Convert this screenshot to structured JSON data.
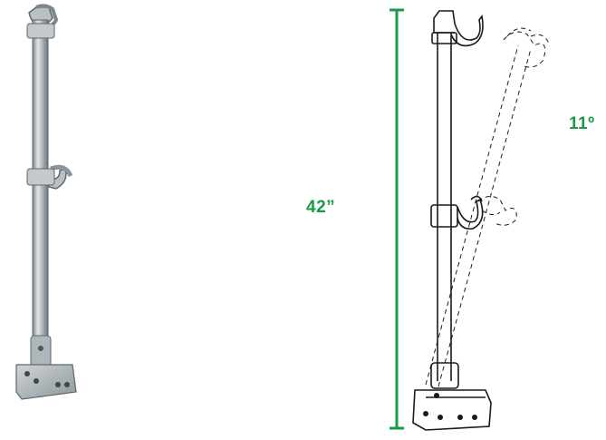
{
  "annotations": {
    "height_label": "42”",
    "angle_label": "11º"
  },
  "colors": {
    "dimension": "#1a9a49",
    "metal_light": "#d5dadd",
    "metal_mid": "#a8b0b5",
    "metal_dark": "#6b757b",
    "outline": "#1a1a1a"
  },
  "icons": {
    "photo": "stanchion-photo",
    "drawing": "stanchion-line-drawing",
    "tilted": "stanchion-tilted-outline"
  }
}
